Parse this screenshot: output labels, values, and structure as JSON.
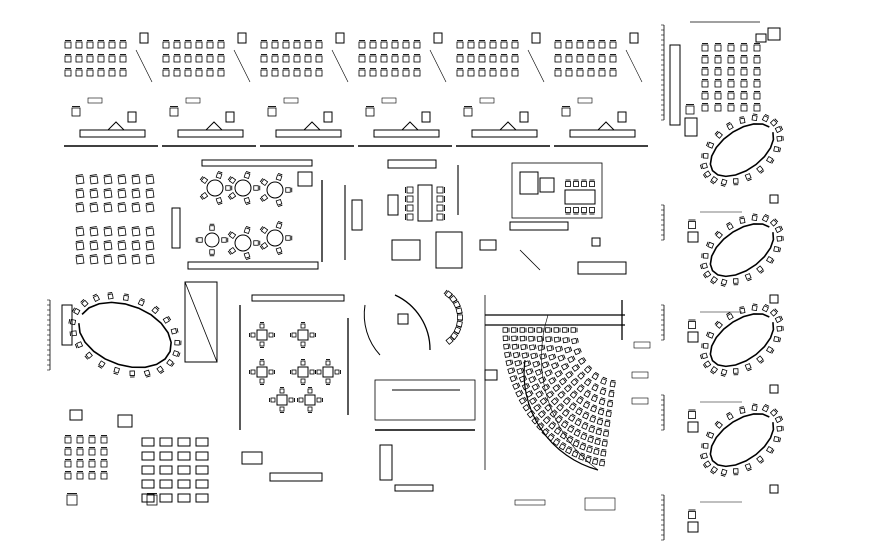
{
  "sheet": {
    "line_color": "#000000",
    "background": "#ffffff"
  },
  "blocks": [
    {
      "name": "classroom-row-layouts",
      "kind": "seat-rows"
    },
    {
      "name": "conference-seating-rows",
      "kind": "seat-rows"
    },
    {
      "name": "lounge-furniture-plan",
      "kind": "furniture"
    },
    {
      "name": "meeting-room-plan",
      "kind": "furniture"
    },
    {
      "name": "horseshoe-seminar-layout",
      "kind": "curved-seating"
    },
    {
      "name": "auditorium-fan-seating",
      "kind": "fan-seating"
    },
    {
      "name": "stage-elevation",
      "kind": "elevation"
    },
    {
      "name": "horseshoe-variants",
      "kind": "curved-seating"
    }
  ]
}
